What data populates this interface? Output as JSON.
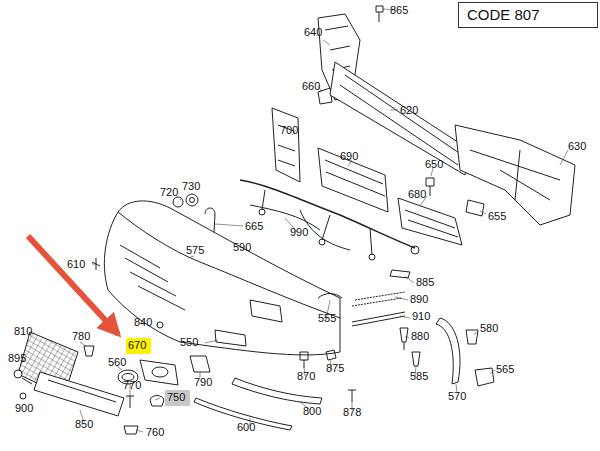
{
  "diagram": {
    "nodes": [
      {
        "text": [
          "CODE 807"
        ]
      },
      {
        "text": [
          "670"
        ]
      },
      {
        "text": [
          "750"
        ]
      }
    ],
    "labels": [
      "865",
      "640",
      "660",
      "620",
      "700",
      "630",
      "690",
      "720",
      "730",
      "650",
      "680",
      "665",
      "655",
      "990",
      "575",
      "590",
      "610",
      "885",
      "890",
      "555",
      "910",
      "840",
      "810",
      "780",
      "880",
      "580",
      "550",
      "895",
      "560",
      "790",
      "870",
      "875",
      "585",
      "565",
      "770",
      "900",
      "800",
      "878",
      "570",
      "850",
      "760",
      "600"
    ]
  }
}
